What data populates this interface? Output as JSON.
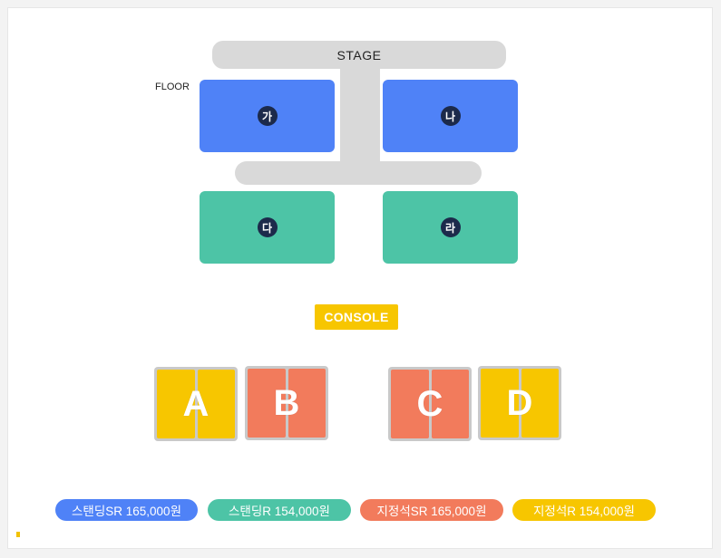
{
  "stage": {
    "label": "STAGE"
  },
  "floor": {
    "label": "FLOOR"
  },
  "zones": [
    {
      "label": "가",
      "color": "#4f82f7"
    },
    {
      "label": "나",
      "color": "#4f82f7"
    },
    {
      "label": "다",
      "color": "#4dc4a6"
    },
    {
      "label": "라",
      "color": "#4dc4a6"
    }
  ],
  "console": {
    "label": "CONSOLE",
    "color": "#f7c600"
  },
  "sections": [
    {
      "label": "A",
      "color": "#f7c600"
    },
    {
      "label": "B",
      "color": "#f27b5c"
    },
    {
      "label": "C",
      "color": "#f27b5c"
    },
    {
      "label": "D",
      "color": "#f7c600"
    }
  ],
  "legend": [
    {
      "label": "스탠딩SR 165,000원",
      "color": "#4f82f7"
    },
    {
      "label": "스탠딩R 154,000원",
      "color": "#4dc4a6"
    },
    {
      "label": "지정석SR 165,000원",
      "color": "#f27b5c"
    },
    {
      "label": "지정석R 154,000원",
      "color": "#f7c600"
    }
  ],
  "colors": {
    "stage_gray": "#d9d9d9",
    "badge_navy": "#1c2a4b"
  }
}
